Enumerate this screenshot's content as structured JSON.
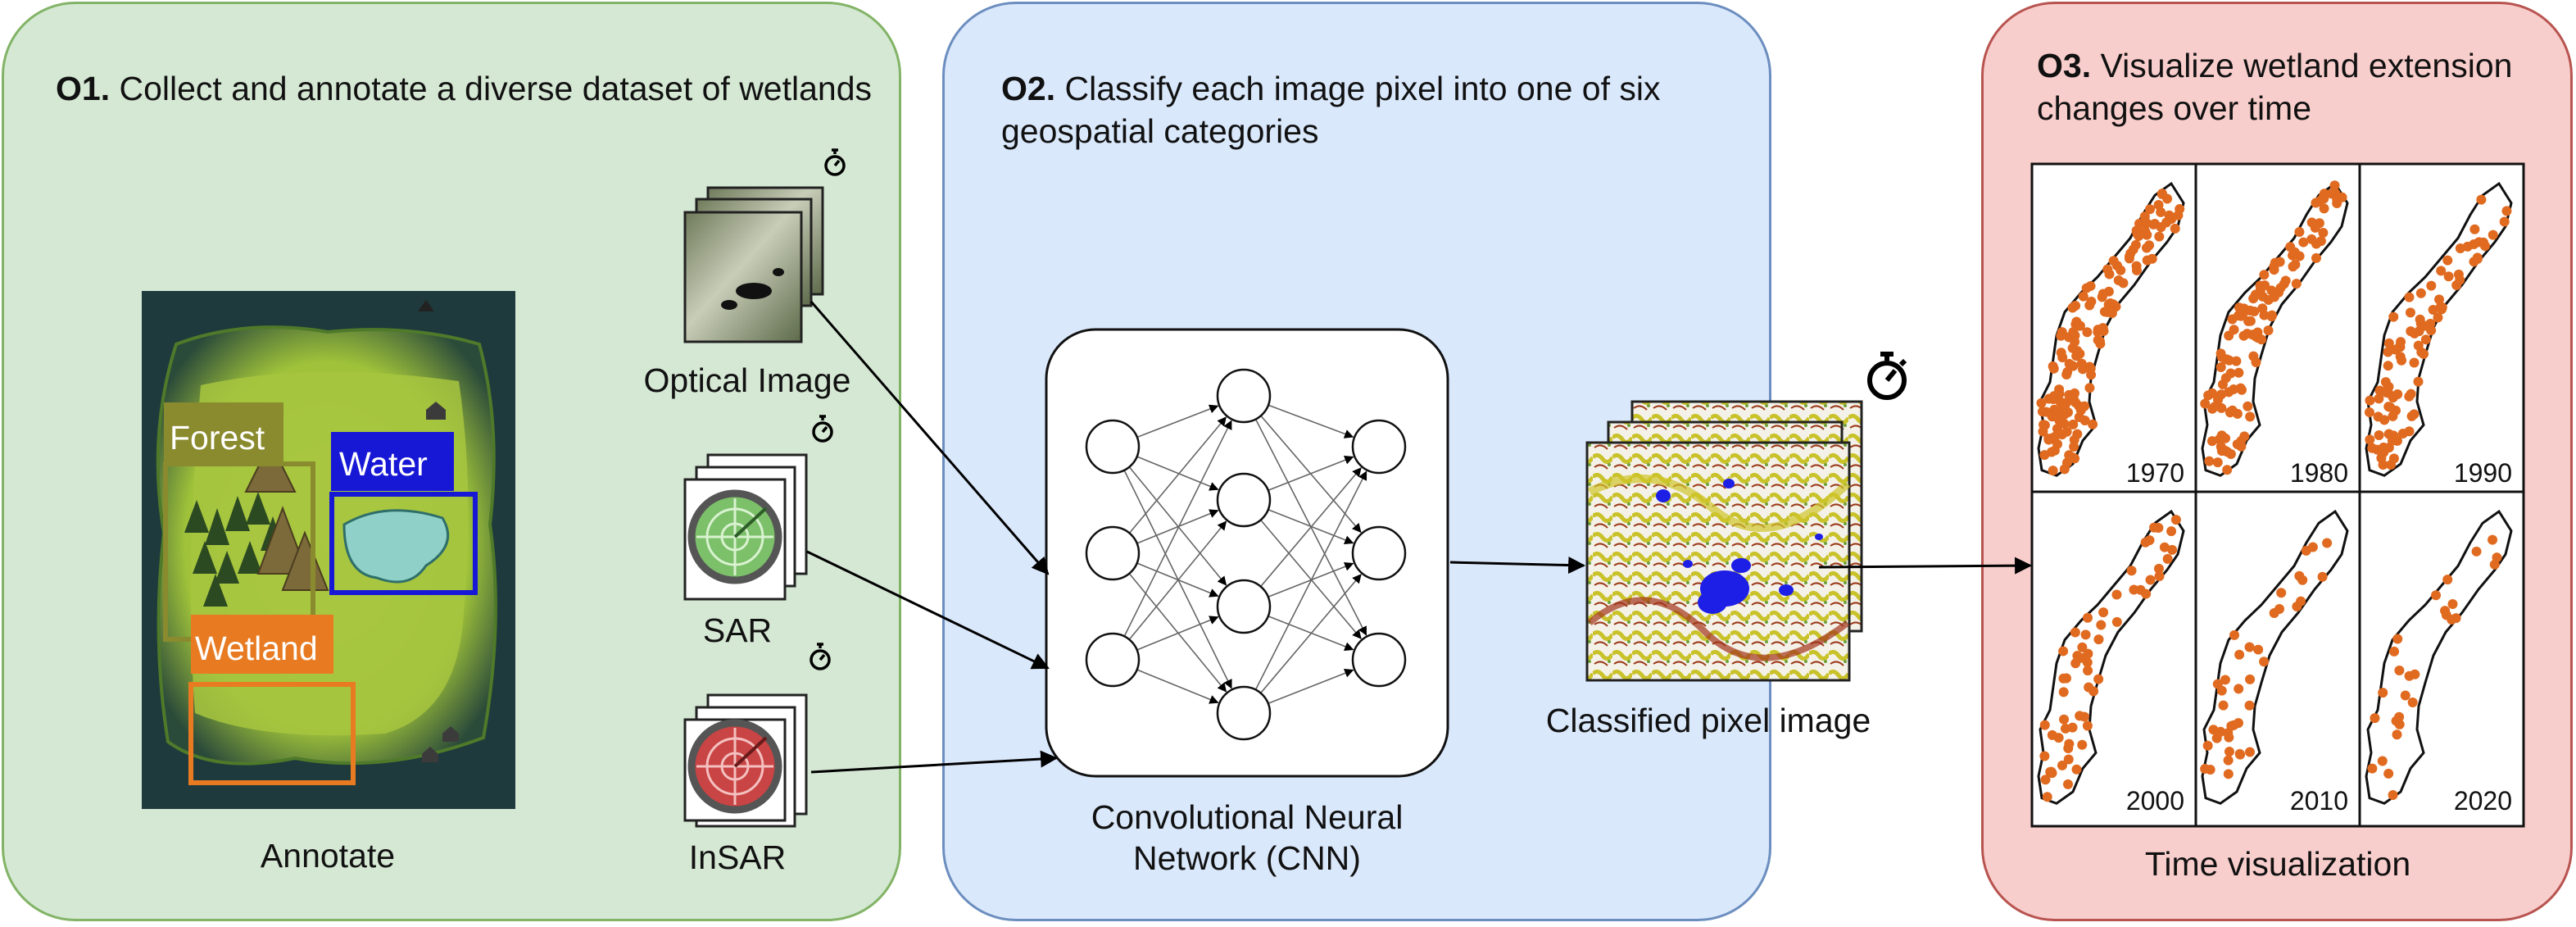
{
  "objectives": [
    {
      "id": "O1.",
      "text": " Collect and annotate a diverse dataset of wetlands"
    },
    {
      "id": "O2.",
      "text": " Classify each image pixel into one of six geospatial categories"
    },
    {
      "id": "O3.",
      "text": " Visualize wetland extension changes over time"
    }
  ],
  "inputs": {
    "annotate": "Annotate",
    "optical": "Optical Image",
    "sar": "SAR",
    "insar": "InSAR"
  },
  "annotations": [
    "Forest",
    "Water",
    "Wetland"
  ],
  "model": {
    "line1": "Convolutional Neural",
    "line2": "Network (CNN)"
  },
  "output": "Classified pixel image",
  "time": {
    "label": "Time visualization",
    "years": [
      "1970",
      "1980",
      "1990",
      "2000",
      "2010",
      "2020"
    ]
  },
  "colors": {
    "panel1_fill": "#d5e8d4",
    "panel2_fill": "#dae8fc",
    "panel3_fill": "#f8cecc",
    "forest": "#8a8a2e",
    "water": "#1717d6",
    "wetland": "#e87b22",
    "map_dots": "#e06a1f"
  },
  "icons": [
    "stopwatch-icon",
    "island-map-icon",
    "radar-icon"
  ]
}
